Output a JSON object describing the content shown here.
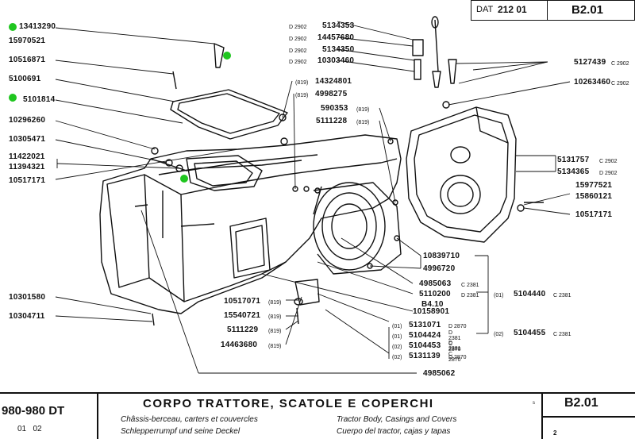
{
  "header": {
    "dat_label": "DAT",
    "dat_value": "212 01",
    "page_code": "B2.01"
  },
  "colors": {
    "marker": "#1fc61f",
    "ink": "#111111"
  },
  "markers": [
    "green-dot",
    "green-dot",
    "green-dot",
    "green-dot"
  ],
  "left_parts": [
    "13413290",
    "15970521",
    "10516871",
    "5100691",
    "5101814",
    "10296260",
    "10305471",
    "11422021",
    "11394321",
    "10517171",
    "10301580",
    "10304711"
  ],
  "top_parts": [
    {
      "code": "D 2902",
      "number": "5134353"
    },
    {
      "code": "D 2902",
      "number": "14457680"
    },
    {
      "code": "D 2902",
      "number": "5134350"
    },
    {
      "code": "D 2902",
      "number": "10303460"
    }
  ],
  "mid_parts": [
    {
      "ann": "(819)",
      "number": "14324801"
    },
    {
      "ann": "(819)",
      "number": "4998275"
    },
    {
      "number": "590353",
      "ann": "(819)"
    },
    {
      "number": "5111228",
      "ann": "(819)"
    }
  ],
  "right_parts": [
    {
      "number": "5127439",
      "code": "C 2902"
    },
    {
      "number": "10263460",
      "code": "C 2902"
    },
    {
      "number": "5131757",
      "code": "C 2902"
    },
    {
      "number": "5134365",
      "code": "D 2902"
    },
    {
      "number": "15977521"
    },
    {
      "number": "15860121"
    },
    {
      "number": "10517171"
    }
  ],
  "bottom_parts": {
    "p10839710": "10839710",
    "p4996720": "4996720",
    "p4985063": "4985063",
    "p4985063_code": "C 2381",
    "p5110200": "5110200",
    "p5110200_code": "D 2381",
    "pB410": "B4.10",
    "p10158901": "10158901",
    "p4985062": "4985062",
    "v01_ann": "(01)",
    "v01_number": "5104440",
    "v01_code": "C 2381",
    "v02_ann": "(02)",
    "v02_number": "5104455",
    "v02_code": "C 2381"
  },
  "variant_parts": [
    {
      "ann": "(01)",
      "number": "5131071",
      "code": "D 2870"
    },
    {
      "ann": "(01)",
      "number": "5104424",
      "code": "D 2381 C 2870"
    },
    {
      "ann": "(02)",
      "number": "5104453",
      "code": "D 2381 C 2870"
    },
    {
      "ann": "(02)",
      "number": "5131139",
      "code": "D 2870"
    }
  ],
  "lower_mid_parts": [
    {
      "number": "10517071",
      "ann": "(819)"
    },
    {
      "number": "15540721",
      "ann": "(819)"
    },
    {
      "number": "5111229",
      "ann": "(819)"
    },
    {
      "number": "14463680",
      "ann": "(819)"
    }
  ],
  "footer": {
    "model": "980-980 DT",
    "versions": "01   02",
    "title": "CORPO TRATTORE, SCATOLE E COPERCHI",
    "fr": "Châssis-berceau, carters et couvercles",
    "de": "Schlepperrumpf und seine Deckel",
    "en": "Tractor Body, Casings and Covers",
    "es": "Cuerpo del tractor, cajas y tapas",
    "page_code": "B2.01",
    "tiny_mark": "s",
    "corner_num": "2"
  }
}
